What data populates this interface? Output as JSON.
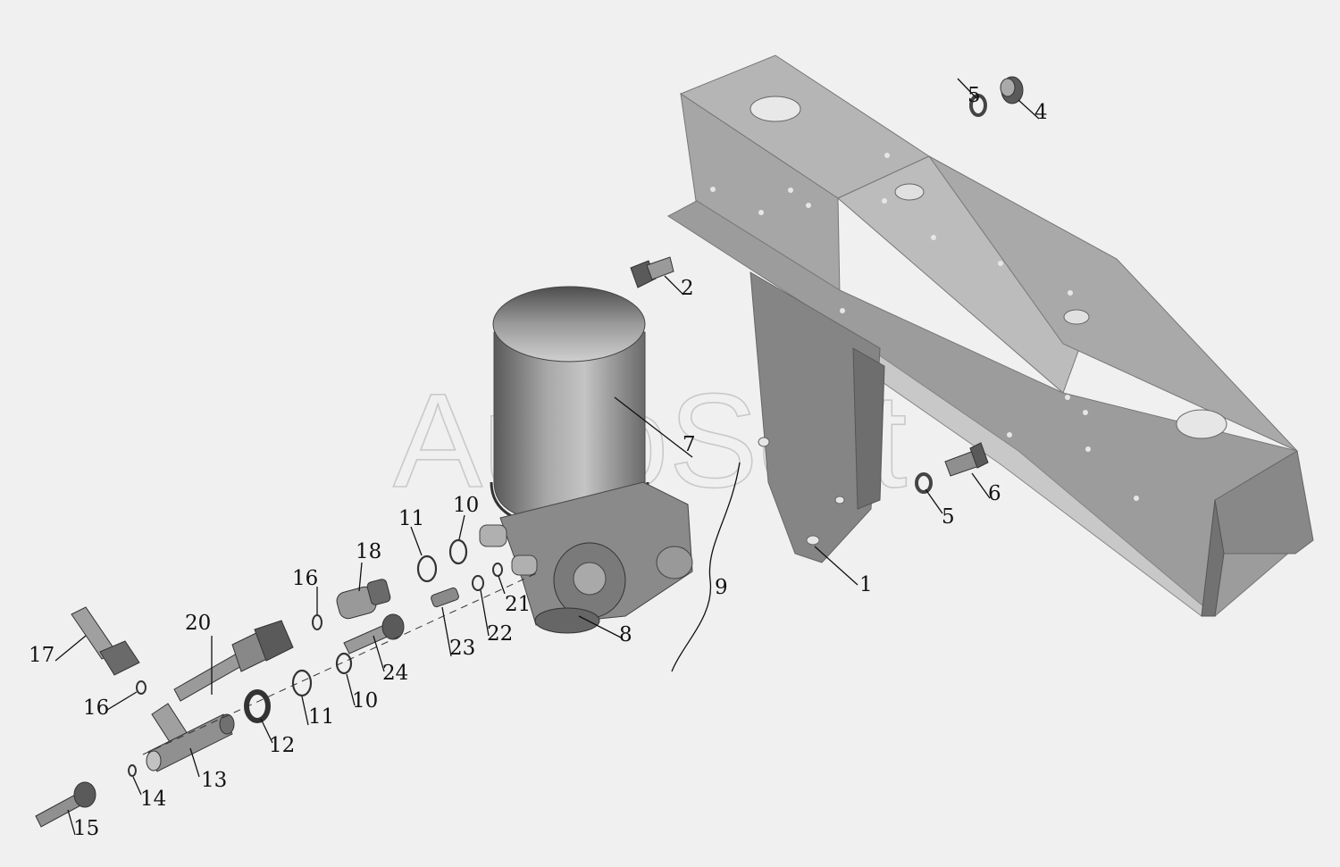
{
  "watermark": "AutoSoft",
  "colors": {
    "background": "#f0f0f0",
    "part_light": "#b4b4b4",
    "part_mid": "#8e8e8e",
    "part_dark": "#5c5c5c",
    "line": "#111111"
  },
  "callouts": [
    {
      "id": "c1",
      "label": "1"
    },
    {
      "id": "c2",
      "label": "2"
    },
    {
      "id": "c4",
      "label": "4"
    },
    {
      "id": "c5a",
      "label": "5"
    },
    {
      "id": "c5b",
      "label": "5"
    },
    {
      "id": "c6",
      "label": "6"
    },
    {
      "id": "c7",
      "label": "7"
    },
    {
      "id": "c8",
      "label": "8"
    },
    {
      "id": "c9",
      "label": "9"
    },
    {
      "id": "c10a",
      "label": "10"
    },
    {
      "id": "c10b",
      "label": "10"
    },
    {
      "id": "c11a",
      "label": "11"
    },
    {
      "id": "c11b",
      "label": "11"
    },
    {
      "id": "c12",
      "label": "12"
    },
    {
      "id": "c13",
      "label": "13"
    },
    {
      "id": "c14",
      "label": "14"
    },
    {
      "id": "c15",
      "label": "15"
    },
    {
      "id": "c16a",
      "label": "16"
    },
    {
      "id": "c16b",
      "label": "16"
    },
    {
      "id": "c17",
      "label": "17"
    },
    {
      "id": "c18",
      "label": "18"
    },
    {
      "id": "c20",
      "label": "20"
    },
    {
      "id": "c21",
      "label": "21"
    },
    {
      "id": "c22",
      "label": "22"
    },
    {
      "id": "c23",
      "label": "23"
    },
    {
      "id": "c24",
      "label": "24"
    }
  ]
}
